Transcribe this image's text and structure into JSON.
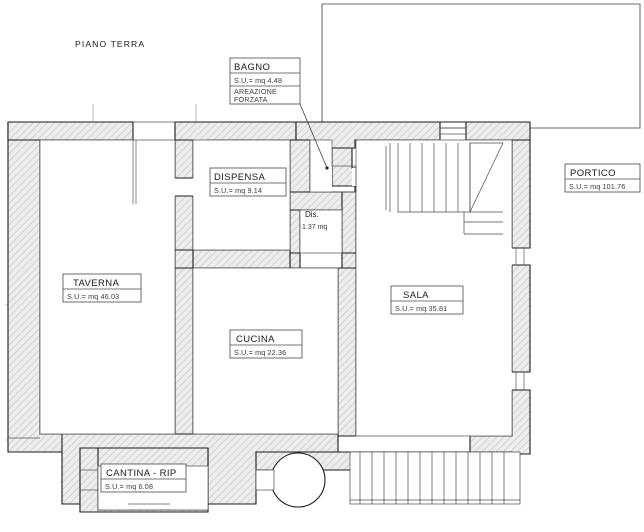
{
  "document": {
    "type": "architectural-floor-plan",
    "title": "PIANO TERRA",
    "units": "mq",
    "language": "it"
  },
  "callouts": [
    {
      "id": "bagno",
      "name": "BAGNO",
      "area": "S.U.= mq 4.48",
      "note_line1": "AREAZIONE",
      "note_line2": "FORZATA"
    },
    {
      "id": "dispensa",
      "name": "DISPENSA",
      "area": "S.U.= mq 9.14"
    },
    {
      "id": "taverna",
      "name": "TAVERNA",
      "area": "S.U.= mq 46.03"
    },
    {
      "id": "cucina",
      "name": "CUCINA",
      "area": "S.U.= mq 22.36"
    },
    {
      "id": "sala",
      "name": "SALA",
      "area": "S.U.= mq 35.81"
    },
    {
      "id": "portico",
      "name": "PORTICO",
      "area": "S.U.= mq 101.76"
    },
    {
      "id": "cantina",
      "name": "CANTINA - RIP",
      "area": "S.U.= mq 6.08"
    }
  ],
  "inline_labels": [
    {
      "id": "disimpegno",
      "name": "Dis.",
      "area": "1.37 mq"
    }
  ],
  "colors": {
    "wall_fill": "#ececec",
    "wall_stroke": "#1c1c1c",
    "hatch_line": "#9a9a9a",
    "text": "#1a1a1a",
    "callout_stroke": "#4a4a4a",
    "outline_thin": "#6e6e6e",
    "axis_line": "#8c8c8c",
    "background": "#ffffff"
  }
}
